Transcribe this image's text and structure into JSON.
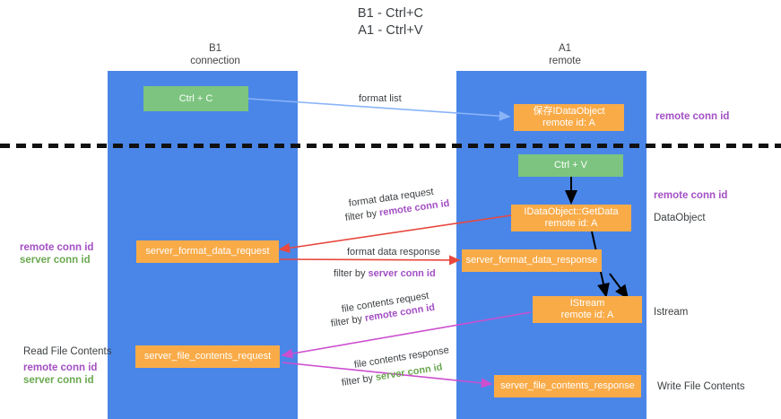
{
  "title": {
    "line1": "B1 - Ctrl+C",
    "line2": "A1 - Ctrl+V"
  },
  "columns": [
    {
      "name": "B1",
      "sub": "connection"
    },
    {
      "name": "A1",
      "sub": "remote"
    }
  ],
  "boxes": {
    "ctrl_c": {
      "line1": "Ctrl + C"
    },
    "data_object_store": {
      "line1": "保存IDataObject",
      "line2": "remote id: A"
    },
    "ctrl_v": {
      "line1": "Ctrl + V"
    },
    "getdata": {
      "line1": "IDataObject::GetData",
      "line2": "remote id: A"
    },
    "server_format_data_request": {
      "line1": "server_format_data_request"
    },
    "server_format_data_response": {
      "line1": "server_format_data_response"
    },
    "istream": {
      "line1": "IStream",
      "line2": "remote id: A"
    },
    "server_file_contents_request": {
      "line1": "server_file_contents_request"
    },
    "server_file_contents_response": {
      "line1": "server_file_contents_response"
    }
  },
  "arrow_labels": {
    "format_list": "format list",
    "format_data_request": "format data request",
    "format_data_request_filter_prefix": "filter by ",
    "format_data_request_filter_key": "remote conn id",
    "format_data_response": "format data response",
    "format_data_response_filter_prefix": "filter by ",
    "format_data_response_filter_key": "server conn id",
    "file_contents_request": "file contents request",
    "file_contents_request_filter_prefix": "filter by ",
    "file_contents_request_filter_key": "remote conn id",
    "file_contents_response": "file contents response",
    "file_contents_response_filter_prefix": "filter by ",
    "file_contents_response_filter_key": "server conn id"
  },
  "side_labels": {
    "right_remote_conn_id_1": "remote conn id",
    "right_remote_conn_id_2": "remote conn id",
    "right_data_object": "DataObject",
    "right_istream": "Istream",
    "right_write_file_contents": "Write File Contents",
    "left_remote_conn_id": "remote conn id",
    "left_server_conn_id": "server conn id",
    "left_read_file_contents": "Read File Contents",
    "left_remote_conn_id_2": "remote conn id",
    "left_server_conn_id_2": "server conn id"
  },
  "colors": {
    "lane": "#4a86e8",
    "green_box": "#7cc47f",
    "orange_box": "#f9ab48",
    "purple_text": "#a34fc4",
    "green_text": "#6aa84f",
    "red_arrow": "#e8483f",
    "magenta_arrow": "#cc4fd0",
    "blue_arrow": "#8ab4f8",
    "black_arrow": "#000000"
  }
}
